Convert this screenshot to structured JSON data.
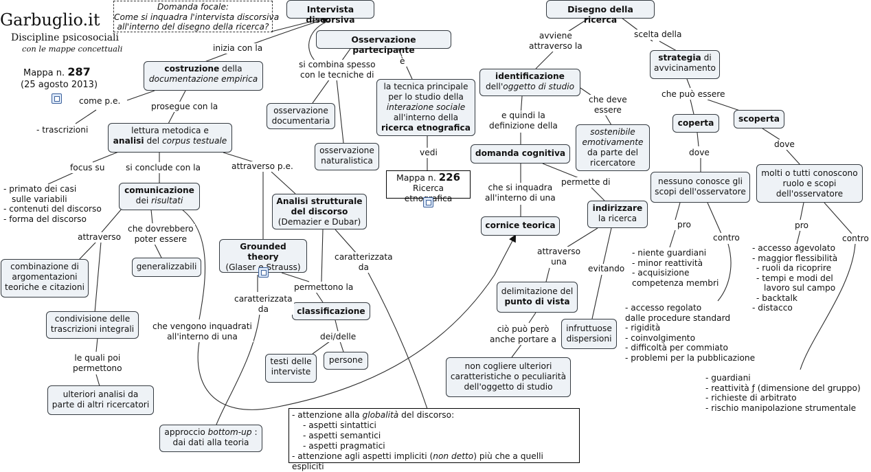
{
  "brand": {
    "title": "Garbuglio.it",
    "subtitle": "Discipline psicosociali",
    "tagline": "con le mappe concettuali",
    "map_label": "Mappa n.",
    "map_number": "287",
    "date": "(25 agosto 2013)"
  },
  "focus": {
    "line1": "Domanda focale:",
    "line2": "Come si inquadra l'intervista discorsiva",
    "line3": "all'interno del disegno della ricerca?"
  },
  "nodes": {
    "intervista": "Intervista discorsiva",
    "disegno": "Disegno della ricerca",
    "osservazione_partecipante": "Osservazione partecipante",
    "costruzione_b": "costruzione",
    "costruzione_r": " della",
    "costruzione_i": "documentazione empirica",
    "lettura_1": "lettura metodica e",
    "lettura_b": "analisi",
    "lettura_2": " del ",
    "lettura_i": "corpus testuale",
    "oss_documentaria": "osservazione documentaria",
    "oss_naturalistica": "osservazione naturalistica",
    "tecnica_1": "la tecnica principale per lo studio della",
    "tecnica_i": "interazione sociale",
    "tecnica_2": "all'interno della",
    "tecnica_b": "ricerca etnografica",
    "mappa226_label": "Mappa n.",
    "mappa226_num": "226",
    "mappa226_title": "Ricerca etnografica",
    "identificazione_b": "identificazione",
    "identificazione_r": "dell'",
    "identificazione_i": "oggetto di studio",
    "domanda_cognitiva": "domanda cognitiva",
    "cornice_teorica": "cornice teorica",
    "sostenibile_i": "sostenibile emotivamente",
    "sostenibile_r": "da parte del ricercatore",
    "indirizzare_b": "indirizzare",
    "indirizzare_r": "la ricerca",
    "strategia_b": "strategia",
    "strategia_r": " di avvicinamento",
    "coperta": "coperta",
    "scoperta": "scoperta",
    "nessuno": "nessuno conosce gli scopi dell'osservatore",
    "molti": "molti o tutti conoscono ruolo e scopi dell'osservatore",
    "comunicazione_b": "comunicazione",
    "comunicazione_r": "dei ",
    "comunicazione_i": "risultati",
    "analisi_strutturale_1": "Analisi strutturale del discorso",
    "analisi_strutturale_2": "(Demazier e Dubar)",
    "grounded_1": "Grounded theory",
    "grounded_2": "(Glaser e Strauss)",
    "combinazione": "combinazione di argomentazioni teoriche e citazioni",
    "generalizzabili": "generalizzabili",
    "condivisione": "condivisione delle trascrizioni integrali",
    "ulteriori": "ulteriori analisi da parte di altri ricercatori",
    "classificazione": "classificazione",
    "testi": "testi delle interviste",
    "persone": "persone",
    "approccio_1": "approccio ",
    "approccio_i": "bottom-up",
    "approccio_2": " :",
    "approccio_3": "dai dati alla teoria",
    "delimitazione_1": "delimitazione del",
    "delimitazione_b": "punto di vista",
    "infruttuose": "infruttuose dispersioni",
    "non_cogliere": "non cogliere ulteriori caratteristiche o peculiarità dell'oggetto di studio"
  },
  "labels": {
    "inizia_con_la": "inizia con la",
    "come_pe": "come p.e.",
    "trascrizioni": "- trascrizioni",
    "prosegue_con_la": "prosegue con la",
    "si_combina_1": "si combina spesso",
    "si_combina_2": "con le tecniche di",
    "e": "è",
    "vedi": "vedi",
    "avviene_1": "avviene",
    "avviene_2": "attraverso la",
    "scelta_della": "scelta della",
    "e_quindi_1": "e quindi la",
    "e_quindi_2": "definizione della",
    "che_deve_1": "che deve",
    "che_deve_2": "essere",
    "che_puo_essere": "che può essere",
    "dove_1": "dove",
    "dove_2": "dove",
    "focus_su": "focus su",
    "si_conclude": "si conclude con la",
    "attraverso_pe": "attraverso p.e.",
    "che_si_inquadra_1": "che si inquadra",
    "che_si_inquadra_2": "all'interno di una",
    "permette_di": "permette di",
    "che_dovrebbero_1": "che dovrebbero",
    "che_dovrebbero_2": "poter essere",
    "attraverso": "attraverso",
    "caratterizzata_1": "caratterizzata",
    "caratterizzata_2": "da",
    "caratterizzata_3": "caratterizzata",
    "caratterizzata_4": "da",
    "permettono_la": "permettono la",
    "dei_delle": "dei/delle",
    "che_vengono_1": "che vengono inquadrati",
    "che_vengono_2": "all'interno di una",
    "le_quali_1": "le quali poi",
    "le_quali_2": "permettono",
    "attraverso_una_1": "attraverso",
    "attraverso_una_2": "una",
    "evitando": "evitando",
    "cio_puo_1": "ciò può però",
    "cio_puo_2": "anche portare a",
    "pro_1": "pro",
    "contro_1": "contro",
    "pro_2": "pro",
    "contro_2": "contro"
  },
  "lists": {
    "focus_items": [
      "- primato dei casi",
      "sulle variabili",
      "- contenuti del discorso",
      "- forma del discorso"
    ],
    "pro_coperta": [
      "- niente guardiani",
      "- minor reattività",
      "- acquisizione",
      "competenza membri"
    ],
    "contro_coperta": [
      "- accesso regolato",
      "dalle procedure standard",
      "- rigidità",
      "- coinvolgimento",
      "- difficoltà per commiato",
      "- problemi per la pubblicazione"
    ],
    "pro_scoperta": [
      "- accesso agevolato",
      "- maggior flessibilità",
      "- ruoli da ricoprire",
      "- tempi e modi del",
      "lavoro sul campo",
      "- backtalk",
      "- distacco"
    ],
    "contro_scoperta": [
      "- guardiani",
      "- reattività ƒ (dimensione del gruppo)",
      "- richieste di arbitrato",
      "- rischio manipolazione strumentale"
    ],
    "globalita_1": "- attenzione alla ",
    "globalita_i": "globalità",
    "globalita_2": "  del discorso:",
    "aspetti": [
      "- aspetti sintattici",
      "- aspetti semantici",
      "- aspetti pragmatici"
    ],
    "impliciti_1": "- attenzione agli aspetti impliciti (",
    "impliciti_i": "non detto",
    "impliciti_2": ") più che a quelli espliciti"
  },
  "colors": {
    "node_fill": "#eef2f6",
    "node_border": "#33393f",
    "line": "#2b2b2b"
  }
}
